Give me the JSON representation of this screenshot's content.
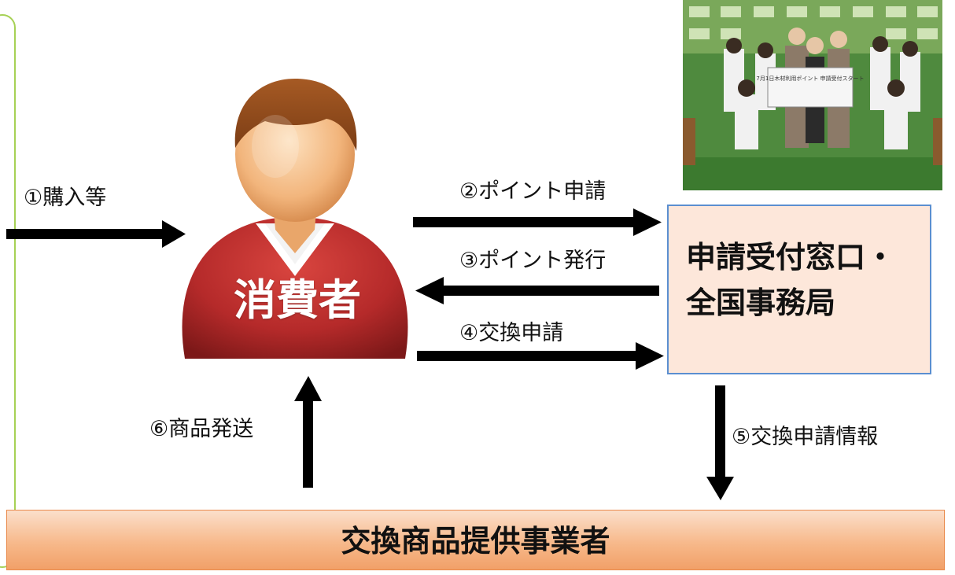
{
  "steps": {
    "step1": "①購入等",
    "step2": "②ポイント申請",
    "step3": "③ポイント発行",
    "step4": "④交換申請",
    "step5": "⑤交換申請情報",
    "step6": "⑥商品発送"
  },
  "consumer": {
    "label": "消費者"
  },
  "office": {
    "line1": "申請受付窓口・",
    "line2": "全国事務局"
  },
  "provider": {
    "label": "交換商品提供事業者"
  },
  "photo": {
    "sign_text": "7月1日木材利用ポイント 申請受付スタート"
  },
  "colors": {
    "arrow": "#000000",
    "office_fill": "#fde7da",
    "office_border": "#5b8fd0",
    "provider_fill": "#f7b98b",
    "consumer_body": "#b52a2a",
    "left_panel_border": "#a6d155"
  }
}
